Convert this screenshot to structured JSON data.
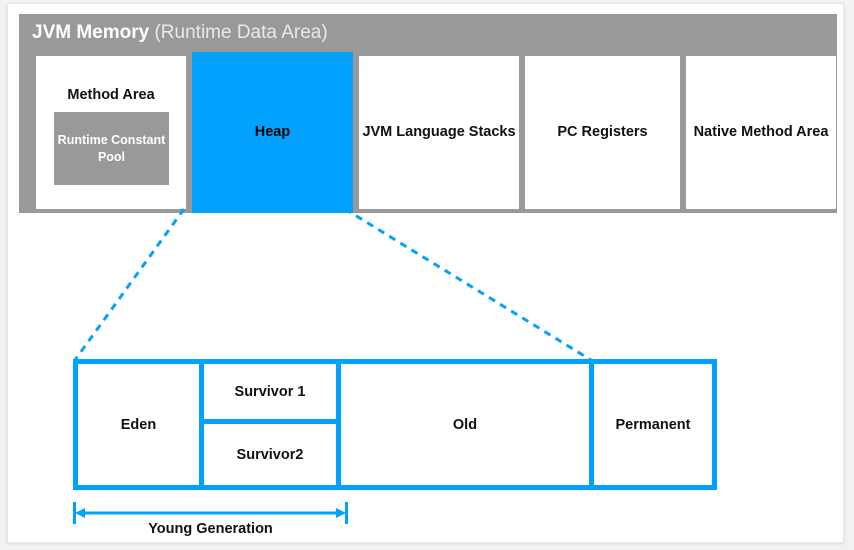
{
  "panel": {
    "title_strong": "JVM Memory",
    "title_light": " (Runtime Data Area)",
    "background_color": "#999999"
  },
  "colors": {
    "accent_blue": "#03A1FE",
    "panel_gray": "#999999",
    "page_background": "#f2f2f2",
    "card_background": "#ffffff",
    "text": "#111111"
  },
  "runtime_areas": [
    {
      "id": "method-area",
      "label": "Method Area",
      "highlighted": false
    },
    {
      "id": "heap",
      "label": "Heap",
      "highlighted": true
    },
    {
      "id": "jvm-stacks",
      "label": "JVM Language Stacks",
      "highlighted": false
    },
    {
      "id": "pc-registers",
      "label": "PC Registers",
      "highlighted": false
    },
    {
      "id": "native-method",
      "label": "Native Method Area",
      "highlighted": false
    }
  ],
  "method_area": {
    "label": "Method Area",
    "child_label": "Runtime Constant Pool"
  },
  "heap_detail": {
    "regions": [
      {
        "id": "eden",
        "label": "Eden"
      },
      {
        "id": "survivor1",
        "label": "Survivor 1"
      },
      {
        "id": "survivor2",
        "label": "Survivor2"
      },
      {
        "id": "old",
        "label": "Old"
      },
      {
        "id": "permanent",
        "label": "Permanent"
      }
    ]
  },
  "measures": [
    {
      "id": "young-generation",
      "label": "Young Generation",
      "spans": [
        "eden",
        "survivor1",
        "survivor2"
      ]
    }
  ]
}
